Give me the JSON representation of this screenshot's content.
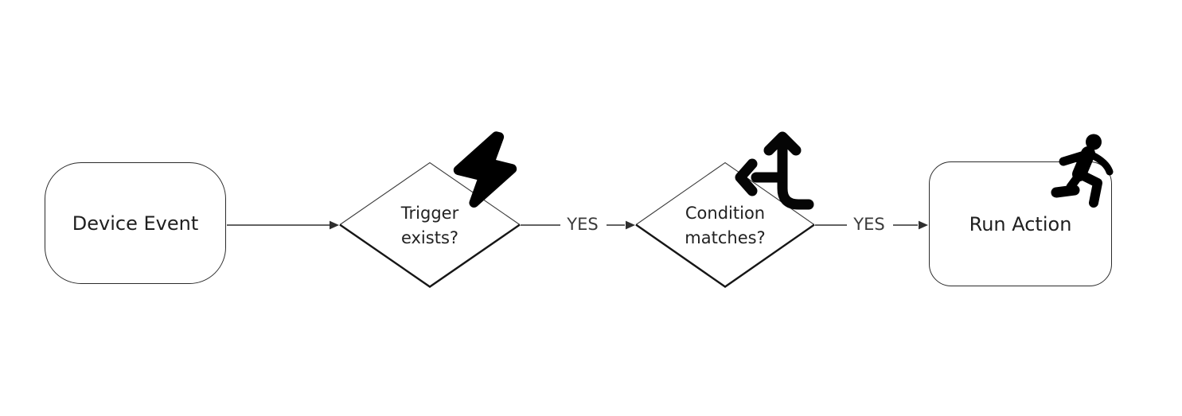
{
  "diagram": {
    "type": "flowchart",
    "nodes": [
      {
        "id": "device-event",
        "shape": "rounded-rectangle",
        "label": "Device Event",
        "icon": ""
      },
      {
        "id": "trigger-exists",
        "shape": "diamond",
        "label": "Trigger exists?",
        "line1": "Trigger",
        "line2": "exists?",
        "icon": "lightning-bolt"
      },
      {
        "id": "condition-matches",
        "shape": "diamond",
        "label": "Condition matches?",
        "line1": "Condition",
        "line2": "matches?",
        "icon": "split-arrows"
      },
      {
        "id": "run-action",
        "shape": "rounded-rectangle",
        "label": "Run Action",
        "icon": "person-running"
      }
    ],
    "edges": [
      {
        "from": "device-event",
        "to": "trigger-exists",
        "label": ""
      },
      {
        "from": "trigger-exists",
        "to": "condition-matches",
        "label": "YES"
      },
      {
        "from": "condition-matches",
        "to": "run-action",
        "label": "YES"
      }
    ],
    "colors": {
      "background": "#ffffff",
      "connector": "#4d4d4d",
      "arrowhead": "#2e2e2e",
      "node_border": "#2b2b2b",
      "node_text": "#1f1f1f",
      "edge_label_text": "#3b3b3b",
      "icon": "#000000"
    }
  }
}
